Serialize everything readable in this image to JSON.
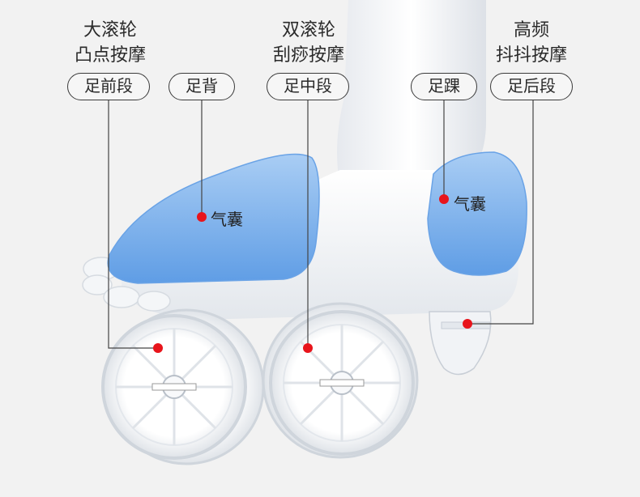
{
  "headings": {
    "big_roller": [
      "大滚轮",
      "凸点按摩"
    ],
    "double_roller": [
      "双滚轮",
      "刮痧按摩"
    ],
    "high_freq": [
      "高频",
      "抖抖按摩"
    ]
  },
  "zones": {
    "forefoot": "足前段",
    "instep": "足背",
    "midfoot": "足中段",
    "ankle": "足踝",
    "heel": "足后段"
  },
  "airbags": {
    "front": "气囊",
    "rear": "气囊"
  },
  "colors": {
    "background": "#f2f2f2",
    "airbag_blue": "#7fb3ec",
    "marker_red": "#e8141b",
    "leader_line": "#444444"
  }
}
